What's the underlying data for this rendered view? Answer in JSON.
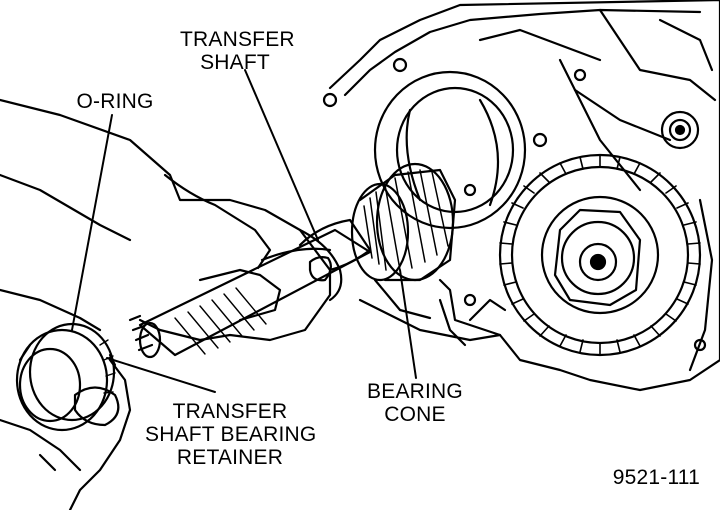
{
  "labels": {
    "transfer_shaft": [
      "TRANSFER",
      "SHAFT"
    ],
    "o_ring": "O-RING",
    "bearing_cone": [
      "BEARING",
      "CONE"
    ],
    "retainer": [
      "TRANSFER",
      "SHAFT BEARING",
      "RETAINER"
    ],
    "figure_id": "9521-111"
  },
  "colors": {
    "ink": "#000000",
    "paper": "#ffffff"
  }
}
